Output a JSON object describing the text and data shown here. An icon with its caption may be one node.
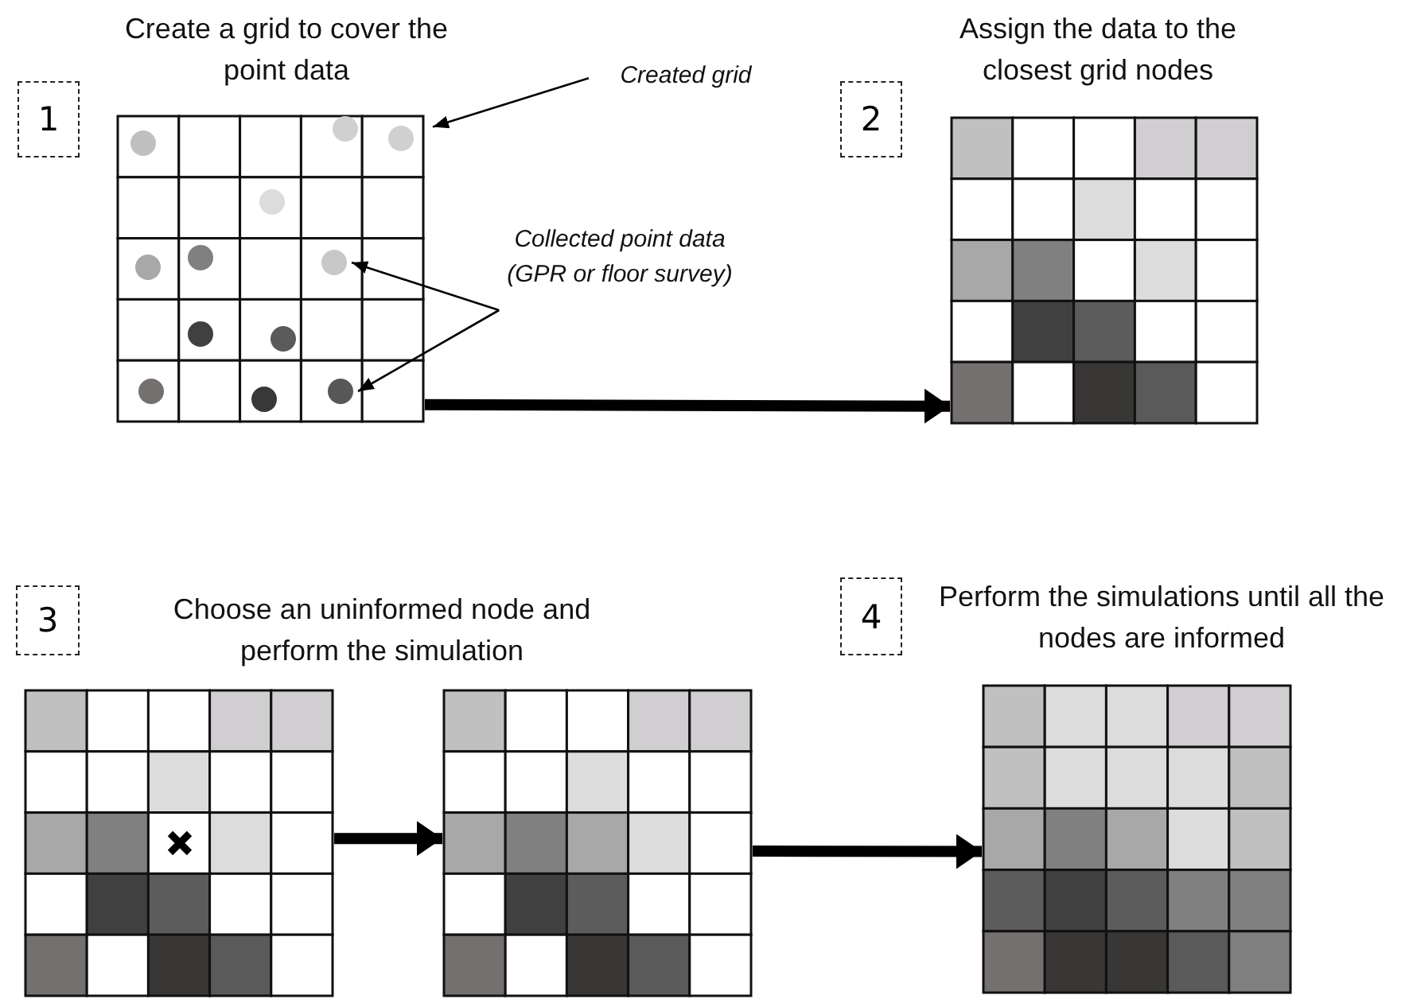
{
  "diagram": {
    "nodes": [
      {
        "text": [
          "1"
        ]
      },
      {
        "text": [],
        "shape": "box"
      },
      {
        "text": [],
        "shape": "circle",
        "in": 1
      },
      {
        "text": [],
        "shape": "circle",
        "in": 1
      },
      {
        "text": [
          "Created grid"
        ]
      },
      {
        "text": [
          "Collected point data (GPR or floor survey)"
        ]
      },
      {
        "text": [
          "2"
        ]
      },
      {
        "text": [],
        "shape": "box"
      },
      {
        "text": [
          "3"
        ]
      },
      {
        "text": [],
        "shape": "box"
      },
      {
        "text": [],
        "shape": "box"
      },
      {
        "text": [
          "4"
        ]
      },
      {
        "text": [],
        "shape": "box"
      }
    ],
    "edges": [
      {
        "from": 4,
        "to": 1,
        "arrow": "to"
      },
      {
        "from": 5,
        "to": 2,
        "arrow": "to"
      },
      {
        "from": 5,
        "to": 3,
        "arrow": "to"
      },
      {
        "from": 1,
        "to": 7,
        "arrow": "to",
        "style": "thick"
      },
      {
        "from": 9,
        "to": 10,
        "arrow": "to",
        "style": "thick"
      },
      {
        "from": 10,
        "to": 12,
        "arrow": "to",
        "style": "thick"
      }
    ],
    "labels": [
      "Create a grid to cover the point data",
      "Assign the data to the closest grid nodes",
      "Choose an uninformed node and perform the simulation",
      "Perform the simulations until all the nodes are informed"
    ]
  }
}
